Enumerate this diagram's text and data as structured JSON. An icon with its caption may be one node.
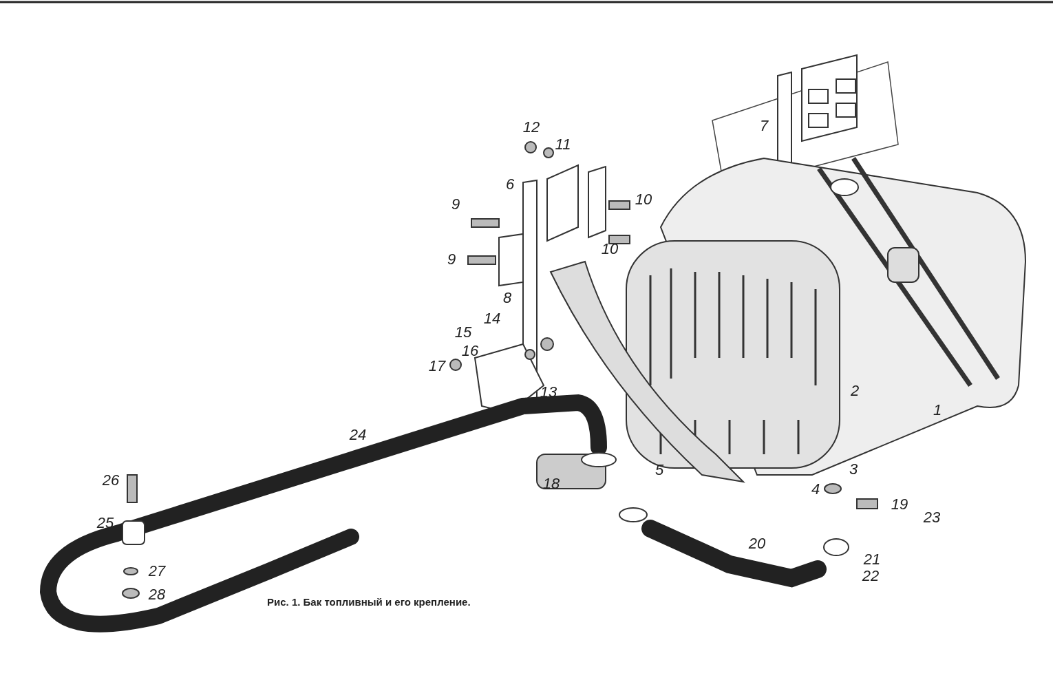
{
  "diagram": {
    "caption": "Рис. 1. Бак топливный и его крепление.",
    "labels": [
      "7",
      "12",
      "11",
      "6",
      "10",
      "9",
      "10",
      "9",
      "8",
      "14",
      "15",
      "16",
      "17",
      "13",
      "2",
      "1",
      "24",
      "3",
      "26",
      "4",
      "18",
      "19",
      "5",
      "23",
      "25",
      "20",
      "21",
      "27",
      "22",
      "28"
    ]
  }
}
